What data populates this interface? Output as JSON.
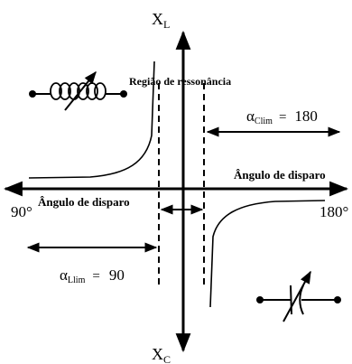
{
  "axes": {
    "vertical_top_main": "X",
    "vertical_top_sub": "L",
    "vertical_bottom_main": "X",
    "vertical_bottom_sub": "C"
  },
  "labels": {
    "resonance_region": "Região de ressonância",
    "firing_angle_left": "Ângulo de disparo",
    "firing_angle_right": "Ângulo de disparo",
    "angle_90": "90°",
    "angle_180": "180°"
  },
  "alpha_clim": {
    "symbol": "α",
    "sub": "Clim",
    "equals": "=",
    "value": "180"
  },
  "alpha_llim": {
    "symbol": "α",
    "sub": "Llim",
    "equals": "=",
    "value": "90"
  },
  "icons": {
    "inductor": "variable-inductor-icon",
    "capacitor": "variable-capacitor-icon"
  }
}
